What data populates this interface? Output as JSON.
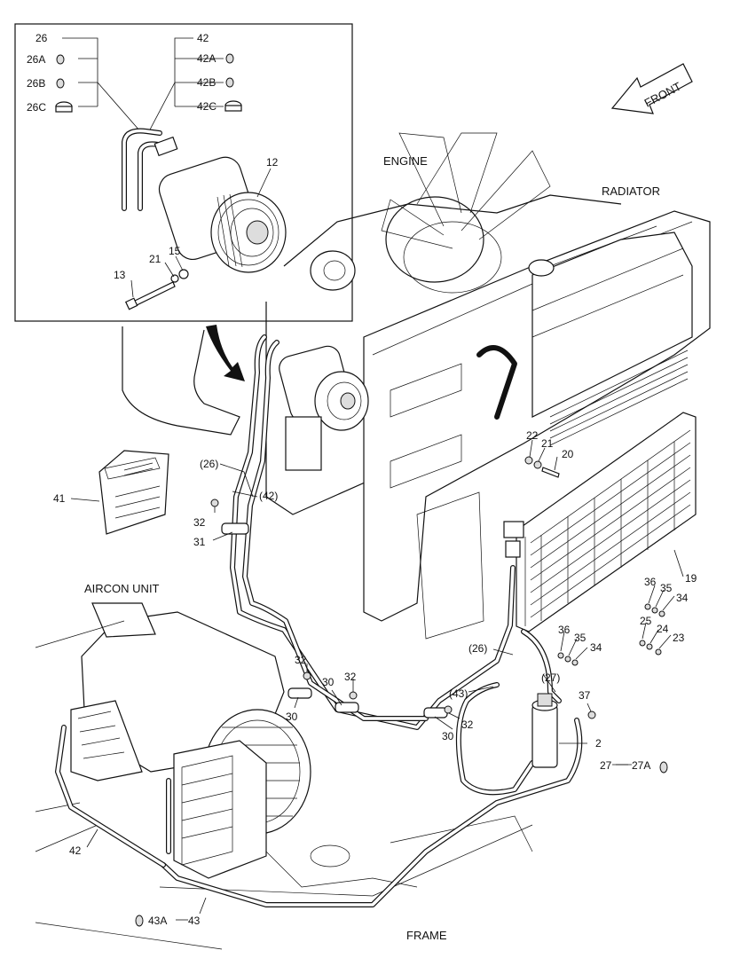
{
  "inset": {
    "tree_left": [
      "26",
      "26A",
      "26B",
      "26C"
    ],
    "tree_right": [
      "42",
      "42A",
      "42B",
      "42C"
    ],
    "labels": [
      "12",
      "13",
      "21",
      "15"
    ]
  },
  "headings": {
    "engine": "ENGINE",
    "radiator": "RADIATOR",
    "aircon_unit": "AIRCON UNIT",
    "frame": "FRAME",
    "front": "FRONT"
  },
  "callouts": {
    "c26p": "(26)",
    "c42p": "(42)",
    "c41": "41",
    "c32a": "32",
    "c31": "31",
    "c22": "22",
    "c21": "21",
    "c20": "20",
    "c19": "19",
    "c36a": "36",
    "c35a": "35",
    "c34a": "34",
    "c25": "25",
    "c24": "24",
    "c23": "23",
    "c36b": "36",
    "c35b": "35",
    "c34b": "34",
    "c26p2": "(26)",
    "c27p": "(27)",
    "c43p": "(43)",
    "c37": "37",
    "c2": "2",
    "c27": "27",
    "c27A": "27A",
    "c32b": "32",
    "c32c": "32",
    "c30a": "30",
    "c30b": "30",
    "c32d": "32",
    "c30c": "30",
    "c42": "42",
    "c43A": "43A",
    "c43": "43"
  }
}
